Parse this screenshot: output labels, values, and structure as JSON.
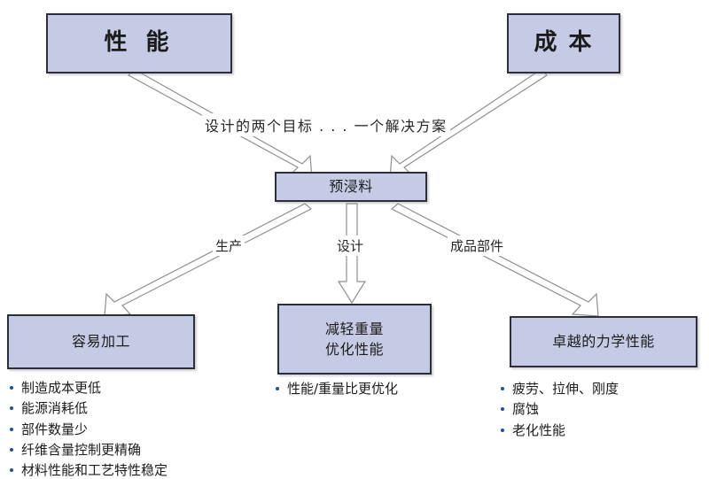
{
  "diagram": {
    "style": {
      "box_fill": "#c5cbe4",
      "box_border": "#2b2f3c",
      "arrow_fill": "#ffffff",
      "arrow_stroke": "#8a8a8a",
      "bullet_color": "#1f4e9c",
      "background": "#ffffff"
    },
    "nodes": {
      "performance": {
        "label": "性 能"
      },
      "cost": {
        "label": "成 本"
      },
      "prepreg": {
        "label": "预浸料"
      },
      "easy_processing": {
        "label": "容易加工"
      },
      "light_weight": {
        "line1": "减轻重量",
        "line2": "优化性能"
      },
      "mechanical": {
        "label": "卓越的力学性能"
      }
    },
    "edge_labels": {
      "two_goals": "设计的两个目标 . . . 一个解决方案",
      "production": "生产",
      "design": "设计",
      "finished_parts": "成品部件"
    },
    "bullets": {
      "easy_processing": [
        "制造成本更低",
        "能源消耗低",
        "部件数量少",
        "纤维含量控制更精确",
        "材料性能和工艺特性稳定"
      ],
      "light_weight": [
        "性能/重量比更优化"
      ],
      "mechanical": [
        "疲劳、拉伸、刚度",
        "腐蚀",
        "老化性能"
      ]
    }
  }
}
